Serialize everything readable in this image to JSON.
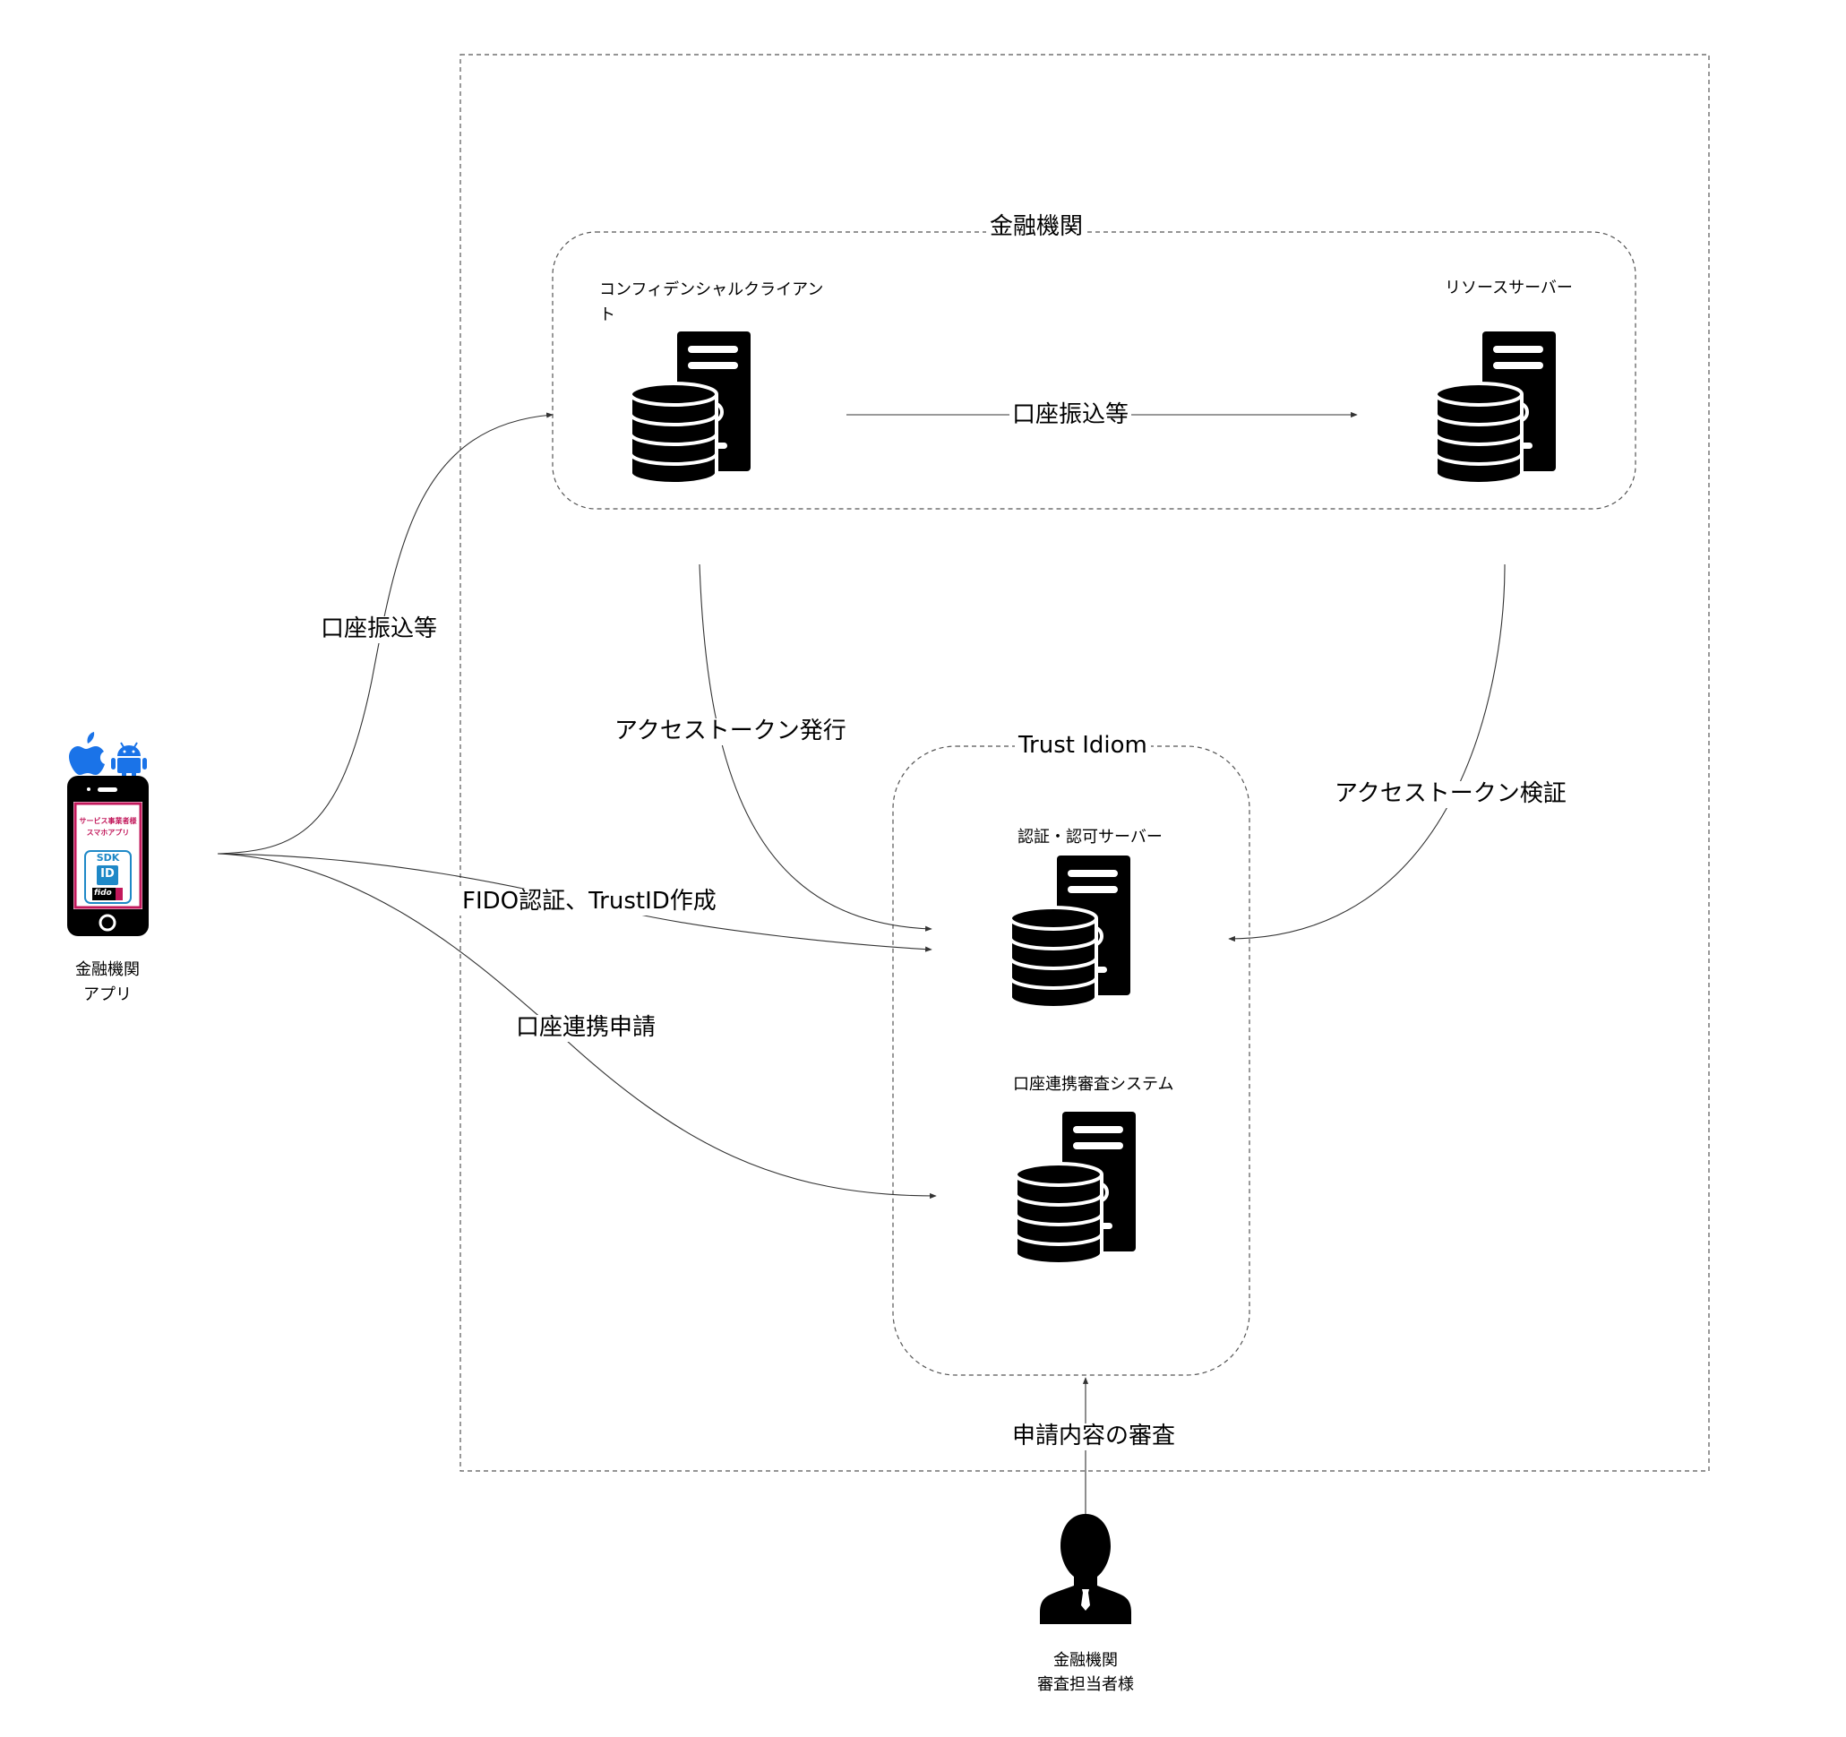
{
  "groups": {
    "financial_institution": {
      "title": "金融機関"
    },
    "trust_idiom": {
      "title": "Trust Idiom"
    }
  },
  "nodes": {
    "confidential_client": {
      "label": "コンフィデンシャルクライアント"
    },
    "resource_server": {
      "label": "リソースサーバー"
    },
    "auth_server": {
      "label": "認証・認可サーバー"
    },
    "review_system": {
      "label": "口座連携審査システム"
    },
    "app": {
      "label_line1": "金融機関",
      "label_line2": "アプリ",
      "screen_line1": "サービス事業者様",
      "screen_line2": "スマホアプリ",
      "sdk_badge": "SDK",
      "id_badge": "ID",
      "fido_badge": "fido"
    },
    "reviewer": {
      "label_line1": "金融機関",
      "label_line2": "審査担当者様"
    }
  },
  "edges": {
    "client_to_resource": "口座振込等",
    "app_to_client": "口座振込等",
    "token_issue": "アクセストークン発行",
    "token_verify": "アクセストークン検証",
    "fido": "FIDO認証、TrustID作成",
    "link_request": "口座連携申請",
    "review": "申請内容の審査"
  },
  "colors": {
    "line": "#333333",
    "icon": "#000000",
    "platform_icon": "#1a73e8",
    "app_frame": "#c2185b",
    "badge_blue": "#1e88c7"
  }
}
